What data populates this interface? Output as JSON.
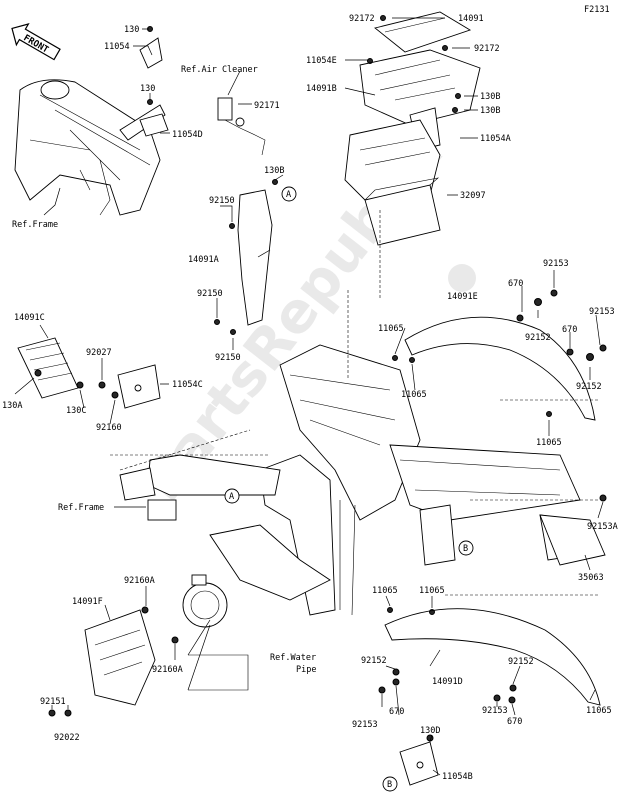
{
  "page_code": "F2131",
  "front_label": "FRONT",
  "watermark": "PartsRepublik",
  "callouts": [
    {
      "id": "c_130_top",
      "text": "130"
    },
    {
      "id": "c_11054_top",
      "text": "11054"
    },
    {
      "id": "c_130_mid",
      "text": "130"
    },
    {
      "id": "c_11054D",
      "text": "11054D"
    },
    {
      "id": "c_refframe_tl",
      "text": "Ref.Frame"
    },
    {
      "id": "c_refair",
      "text": "Ref.Air Cleaner"
    },
    {
      "id": "c_92171",
      "text": "92171"
    },
    {
      "id": "c_92172_a",
      "text": "92172"
    },
    {
      "id": "c_14091",
      "text": "14091"
    },
    {
      "id": "c_11054E",
      "text": "11054E"
    },
    {
      "id": "c_92172_b",
      "text": "92172"
    },
    {
      "id": "c_14091B",
      "text": "14091B"
    },
    {
      "id": "c_130B_a",
      "text": "130B"
    },
    {
      "id": "c_130B_b",
      "text": "130B"
    },
    {
      "id": "c_11054A",
      "text": "11054A"
    },
    {
      "id": "c_130B_c",
      "text": "130B"
    },
    {
      "id": "c_92150_a",
      "text": "92150"
    },
    {
      "id": "c_32097",
      "text": "32097"
    },
    {
      "id": "c_14091A",
      "text": "14091A"
    },
    {
      "id": "c_92150_b",
      "text": "92150"
    },
    {
      "id": "c_92150_c",
      "text": "92150"
    },
    {
      "id": "c_92153_a",
      "text": "92153"
    },
    {
      "id": "c_670_a",
      "text": "670"
    },
    {
      "id": "c_14091E",
      "text": "14091E"
    },
    {
      "id": "c_92153_b",
      "text": "92153"
    },
    {
      "id": "c_670_b",
      "text": "670"
    },
    {
      "id": "c_11065_a",
      "text": "11065"
    },
    {
      "id": "c_92152_a",
      "text": "92152"
    },
    {
      "id": "c_92152_b",
      "text": "92152"
    },
    {
      "id": "c_11065_b",
      "text": "11065"
    },
    {
      "id": "c_11065_c",
      "text": "11065"
    },
    {
      "id": "c_14091C",
      "text": "14091C"
    },
    {
      "id": "c_92027",
      "text": "92027"
    },
    {
      "id": "c_11054C",
      "text": "11054C"
    },
    {
      "id": "c_130A",
      "text": "130A"
    },
    {
      "id": "c_130C",
      "text": "130C"
    },
    {
      "id": "c_92160",
      "text": "92160"
    },
    {
      "id": "c_refframe_mid",
      "text": "Ref.Frame"
    },
    {
      "id": "c_92153A",
      "text": "92153A"
    },
    {
      "id": "c_35063",
      "text": "35063"
    },
    {
      "id": "c_92160A_a",
      "text": "92160A"
    },
    {
      "id": "c_14091F",
      "text": "14091F"
    },
    {
      "id": "c_92160A_b",
      "text": "92160A"
    },
    {
      "id": "c_refwater",
      "text": "Ref.Water"
    },
    {
      "id": "c_pipe",
      "text": "Pipe"
    },
    {
      "id": "c_92151",
      "text": "92151"
    },
    {
      "id": "c_92022",
      "text": "92022"
    },
    {
      "id": "c_11065_d",
      "text": "11065"
    },
    {
      "id": "c_11065_e",
      "text": "11065"
    },
    {
      "id": "c_92152_c",
      "text": "92152"
    },
    {
      "id": "c_14091D",
      "text": "14091D"
    },
    {
      "id": "c_92152_d",
      "text": "92152"
    },
    {
      "id": "c_92153_c",
      "text": "92153"
    },
    {
      "id": "c_670_c",
      "text": "670"
    },
    {
      "id": "c_670_d",
      "text": "670"
    },
    {
      "id": "c_92153_d",
      "text": "92153"
    },
    {
      "id": "c_11065_f",
      "text": "11065"
    },
    {
      "id": "c_130D",
      "text": "130D"
    },
    {
      "id": "c_11054B",
      "text": "11054B"
    }
  ],
  "refs": [
    {
      "id": "r_A1",
      "text": "A"
    },
    {
      "id": "r_A2",
      "text": "A"
    },
    {
      "id": "r_B1",
      "text": "B"
    },
    {
      "id": "r_B2",
      "text": "B"
    }
  ]
}
